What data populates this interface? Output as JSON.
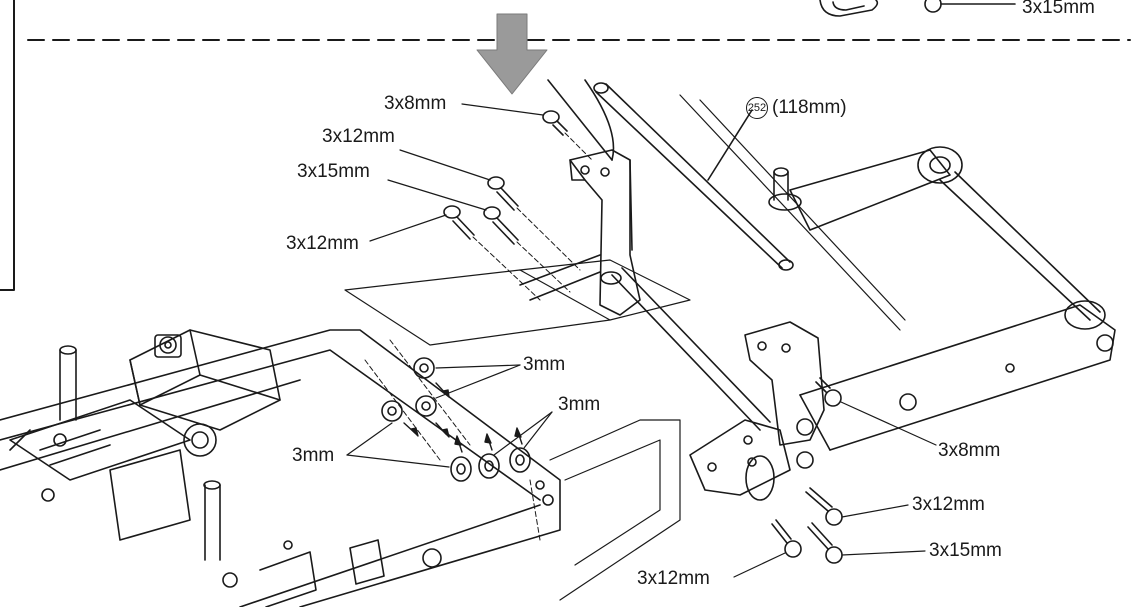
{
  "top_right_label": "3x15mm",
  "part_ref": {
    "number": "252",
    "length": "(118mm)"
  },
  "labels": [
    "3x8mm",
    "3x12mm",
    "3x15mm",
    "3x12mm",
    "3mm",
    "3mm",
    "3mm",
    "3x8mm",
    "3x12mm",
    "3x15mm",
    "3x12mm"
  ]
}
